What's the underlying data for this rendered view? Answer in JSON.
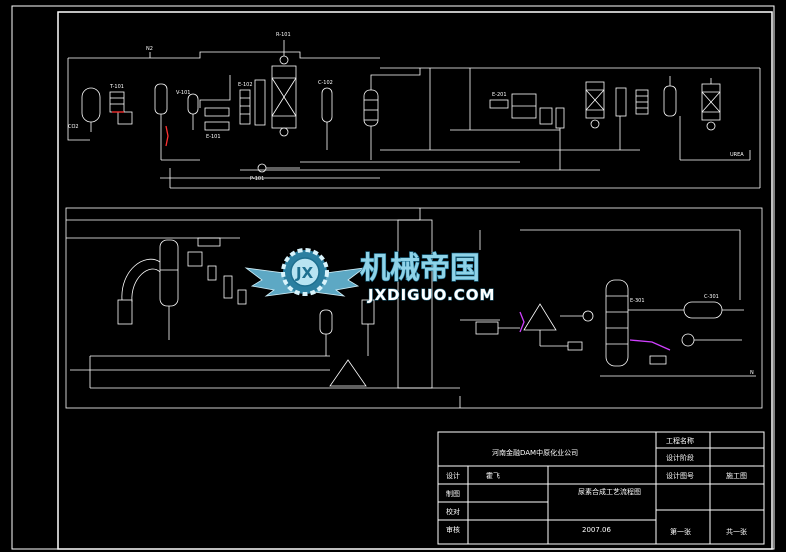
{
  "colors": {
    "background": "#000000",
    "line": "#ffffff",
    "highlight_red": "#ff3030",
    "highlight_magenta": "#d040ff",
    "watermark_blue": "#8fd3e8"
  },
  "watermark": {
    "chinese": "机械帝国",
    "english": "JXDIGUO.COM"
  },
  "title_block": {
    "company": "河南金融DAM中原化业公司",
    "drawing_title": "尿素合成工艺流程图",
    "project_name_label": "工程名称",
    "design_stage_label": "设计阶段",
    "drawing_no_label": "设计图号",
    "drawing_type": "施工图",
    "rows": [
      "设计",
      "制图",
      "校对",
      "审核"
    ],
    "designer": "霍飞",
    "date": "2007.06",
    "sheet_label": "第一张",
    "total_label": "共一张"
  },
  "labels": {
    "n2_line": "N2",
    "co2_line": "CO2",
    "t101": "T-101",
    "e101": "E-101",
    "e102": "E-102",
    "c102": "C-102",
    "p101": "P-101",
    "r101": "R-101",
    "v101": "V-101",
    "e201": "E-201",
    "e301": "E-301",
    "c301": "C-301",
    "urea": "UREA",
    "stream_n": "N"
  }
}
